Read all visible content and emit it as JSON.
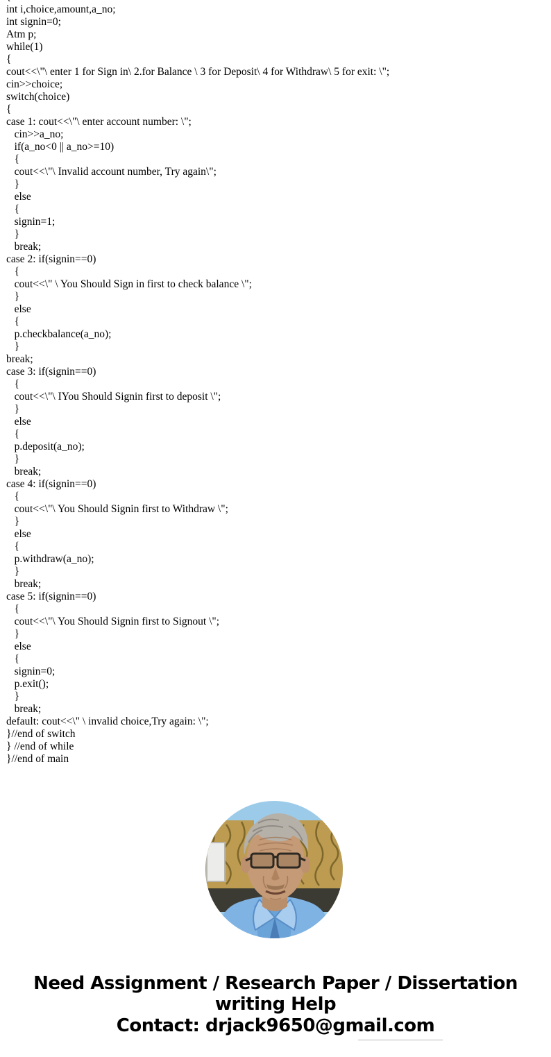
{
  "page": {
    "background": "#ffffff",
    "text_color": "#000000"
  },
  "code": {
    "language": "cpp",
    "lines": [
      "{",
      "int i,choice,amount,a_no;",
      "int signin=0;",
      "Atm p;",
      "while(1)",
      "{",
      "cout<<\\\"\\ enter 1 for Sign in\\ 2.for Balance \\ 3 for Deposit\\ 4 for Withdraw\\ 5 for exit: \\\";",
      "cin>>choice;",
      "switch(choice)",
      "{",
      "case 1: cout<<\\\"\\ enter account number: \\\";",
      "   cin>>a_no;",
      "   if(a_no<0 || a_no>=10)",
      "   {",
      "   cout<<\\\"\\ Invalid account number, Try again\\\";",
      "   }",
      "   else",
      "   {",
      "   signin=1;",
      "   }",
      "   break;",
      "case 2: if(signin==0)",
      "   {",
      "   cout<<\\\" \\ You Should Sign in first to check balance \\\";",
      "   }",
      "   else",
      "   {",
      "   p.checkbalance(a_no);",
      "   }",
      "break;",
      "case 3: if(signin==0)",
      "   {",
      "   cout<<\\\"\\ IYou Should Signin first to deposit \\\";",
      "   }",
      "   else",
      "   {",
      "   p.deposit(a_no);",
      "   }",
      "   break;",
      "case 4: if(signin==0)",
      "   {",
      "   cout<<\\\"\\ You Should Signin first to Withdraw \\\";",
      "   }",
      "   else",
      "   {",
      "   p.withdraw(a_no);",
      "   }",
      "   break;",
      "case 5: if(signin==0)",
      "   {",
      "   cout<<\\\"\\ You Should Signin first to Signout \\\";",
      "   }",
      "   else",
      "   {",
      "   signin=0;",
      "   p.exit();",
      "   }",
      "   break;",
      "default: cout<<\\\" \\ invalid choice,Try again: \\\";",
      "}//end of switch",
      "} //end of while",
      "}//end of main"
    ]
  },
  "avatar": {
    "description": "circular photo of elderly man with glasses wearing light blue shirt",
    "colors": {
      "sky": "#9ccbe9",
      "wall": "#bd9c52",
      "wall_dark": "#6e5a22",
      "frame": "#ececea",
      "dark_band": "#3b3a33",
      "skin": "#c59a76",
      "skin_shadow": "#a47police",
      "skin_line": "#9c7354",
      "hair": "#b5b1a9",
      "hair_dark": "#87837c",
      "glasses": "#2c2822",
      "shirt": "#7fb3e3",
      "shirt_dark": "#5a8ec7",
      "mouth": "#6b4534"
    }
  },
  "footer": {
    "heading_line1": "Need Assignment / Research Paper / Dissertation",
    "heading_line2": "writing Help",
    "contact_line": "Contact: drjack9650@gmail.com"
  }
}
